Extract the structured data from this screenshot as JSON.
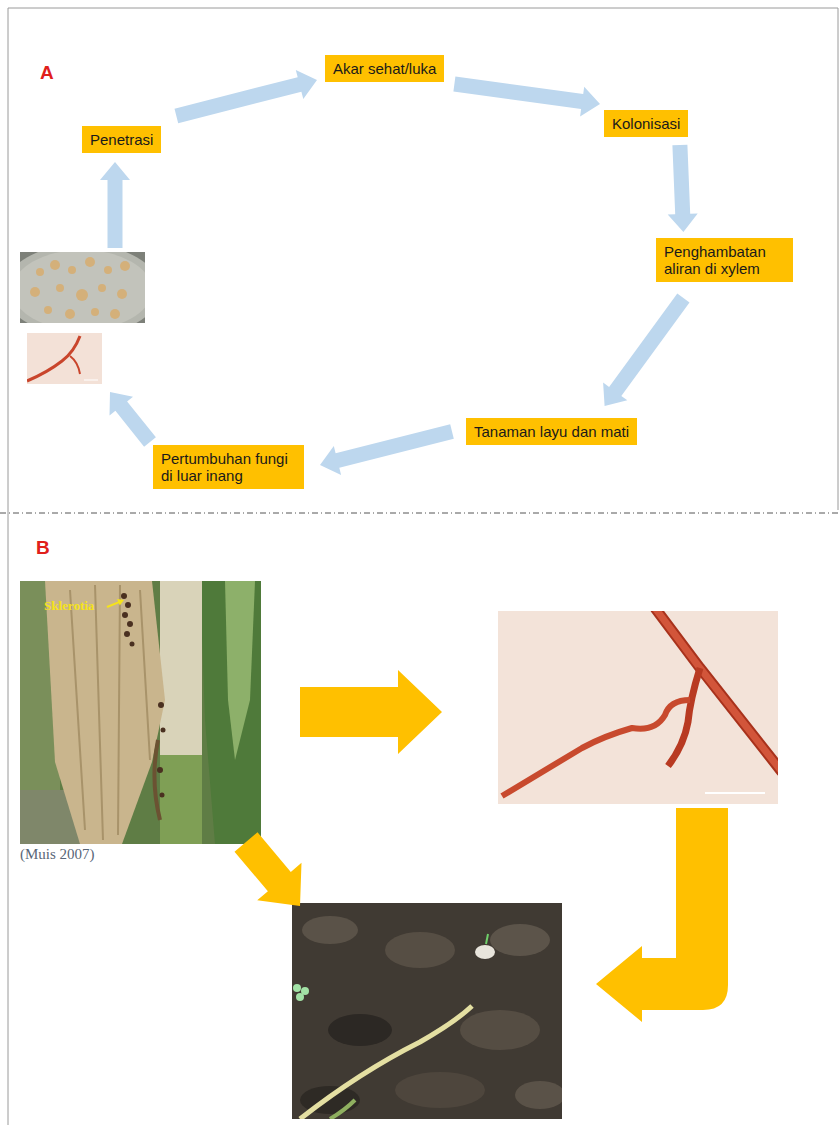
{
  "diagram": {
    "nodes": [
      {
        "text": [
          "Akar sehat/luka"
        ]
      },
      {
        "text": [
          "Penetrasi"
        ]
      },
      {
        "text": [
          "Kolonisasi"
        ]
      },
      {
        "text": [
          "Penghambatan aliran di xylem"
        ]
      },
      {
        "text": [
          "Tanaman layu dan mati"
        ]
      },
      {
        "text": [
          "Pertumbuhan fungi di luar inang"
        ]
      }
    ],
    "edges": [
      {
        "from": 1,
        "to": 0,
        "arrow": "to"
      },
      {
        "from": 0,
        "to": 2,
        "arrow": "to"
      },
      {
        "from": 2,
        "to": 3,
        "arrow": "to"
      },
      {
        "from": 3,
        "to": 4,
        "arrow": "to"
      },
      {
        "from": 4,
        "to": 5,
        "arrow": "to"
      }
    ],
    "labels": [
      "A",
      "B",
      "Sklerotia",
      "(Muis 2007)"
    ]
  }
}
